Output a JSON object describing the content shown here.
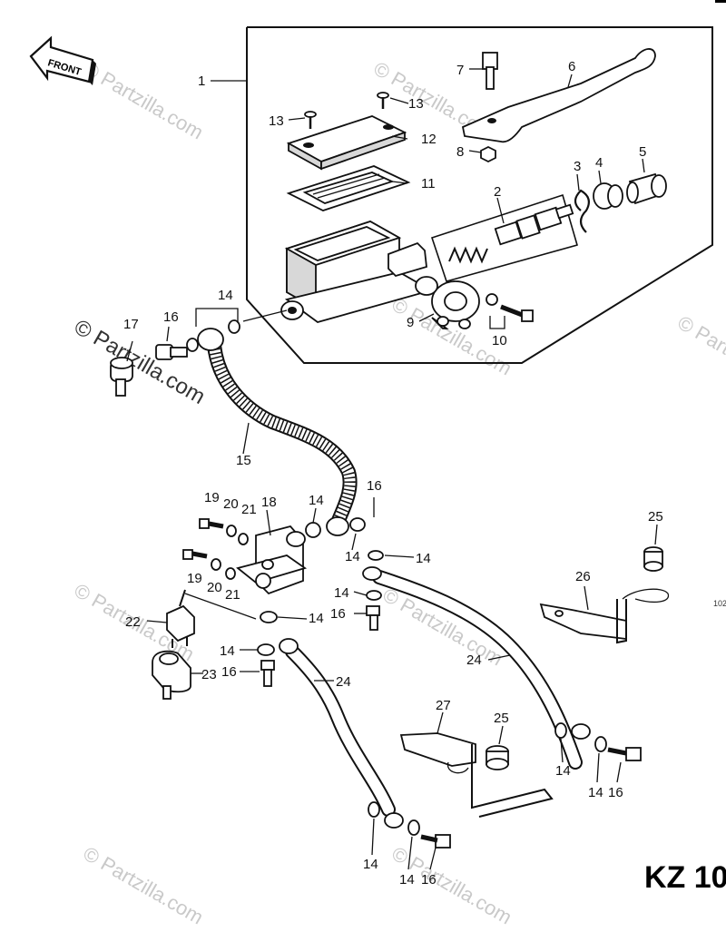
{
  "diagram": {
    "model_code": "KZ 10",
    "corner_code": "102",
    "front_label": "FRONT",
    "watermark": "© Partzilla.com",
    "watermark_copyright_big": "© Partzilla.com",
    "callouts": {
      "c1": "1",
      "c2": "2",
      "c3": "3",
      "c4": "4",
      "c5": "5",
      "c6": "6",
      "c7": "7",
      "c8": "8",
      "c9": "9",
      "c10": "10",
      "c11": "11",
      "c12": "12",
      "c13a": "13",
      "c13b": "13",
      "c14a": "14",
      "c14b": "14",
      "c14c": "14",
      "c14d": "14",
      "c14e": "14",
      "c14f": "14",
      "c14g": "14",
      "c14h": "14",
      "c14i": "14",
      "c14j": "14",
      "c14k": "14",
      "c15": "15",
      "c16a": "16",
      "c16b": "16",
      "c16c": "16",
      "c16d": "16",
      "c16e": "16",
      "c16f": "16",
      "c17": "17",
      "c18": "18",
      "c19a": "19",
      "c19b": "19",
      "c20a": "20",
      "c20b": "20",
      "c21a": "21",
      "c21b": "21",
      "c22": "22",
      "c23": "23",
      "c24a": "24",
      "c24b": "24",
      "c25a": "25",
      "c25b": "25",
      "c26": "26",
      "c27": "27"
    }
  }
}
